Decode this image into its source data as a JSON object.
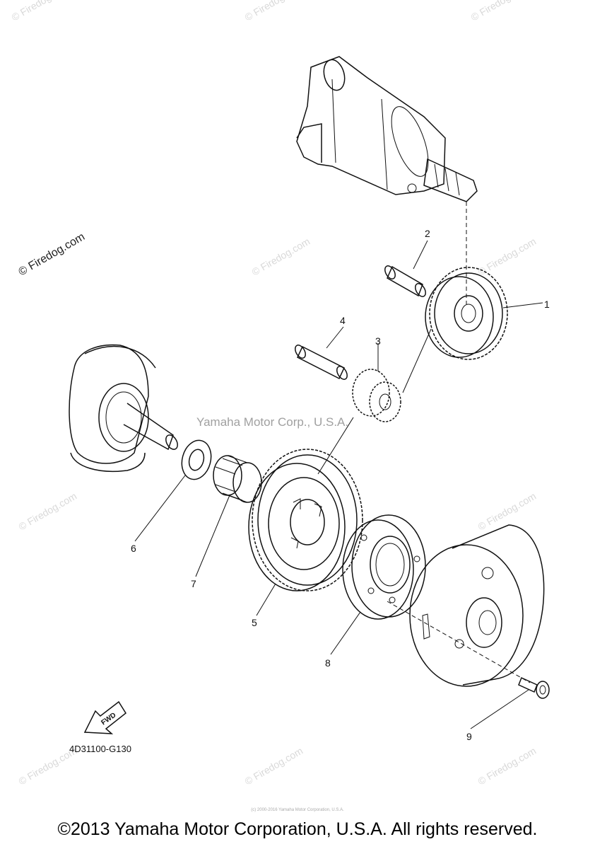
{
  "diagram": {
    "watermark": "© Firedog.com",
    "center_watermark": "Yamaha Motor Corp., U.S.A.",
    "diagram_code": "4D31100-G130",
    "fwd_label": "FWD",
    "callouts": [
      "1",
      "2",
      "3",
      "4",
      "5",
      "6",
      "7",
      "8",
      "9"
    ],
    "small_print": "(c) 2000-2016 Yamaha Motor Corporation, U.S.A.",
    "copyright": "©2013 Yamaha Motor Corporation, U.S.A. All rights reserved."
  }
}
